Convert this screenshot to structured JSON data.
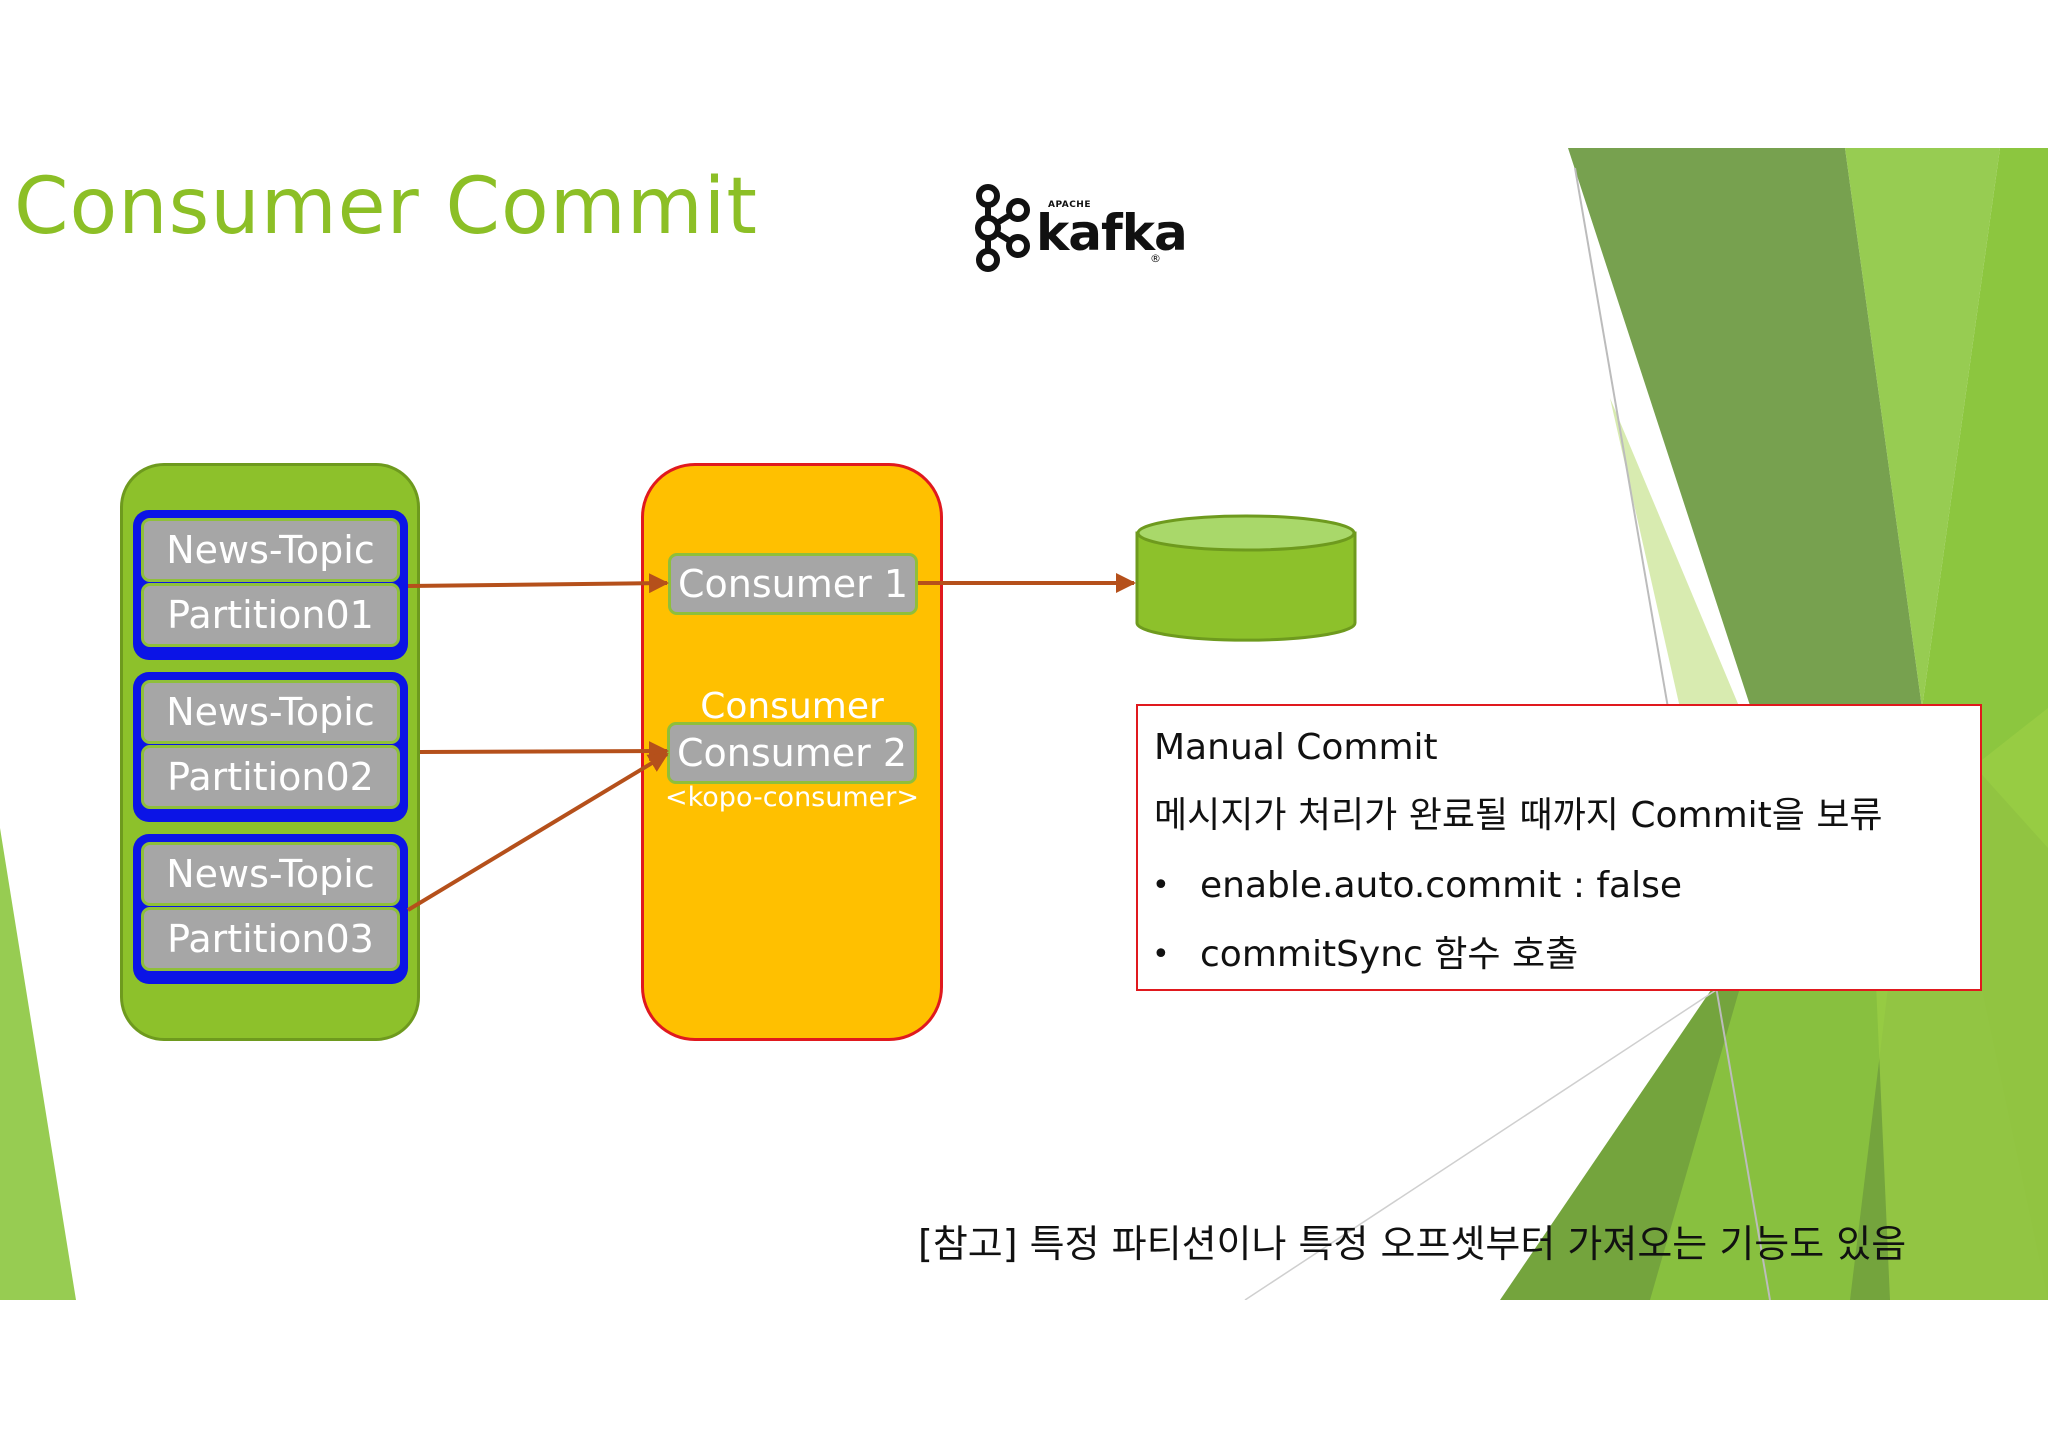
{
  "slide": {
    "title": "Consumer Commit",
    "logo": {
      "apache_label": "APACHE",
      "wordmark": "kafka",
      "registered_mark": "®",
      "icon": "kafka-logo-icon"
    }
  },
  "topic_partitions": [
    {
      "topic": "News-Topic",
      "partition": "Partition01"
    },
    {
      "topic": "News-Topic",
      "partition": "Partition02"
    },
    {
      "topic": "News-Topic",
      "partition": "Partition03"
    }
  ],
  "consumer_group": {
    "label": "Consumer",
    "group_id": "<kopo-consumer>",
    "consumers": [
      "Consumer 1",
      "Consumer 2"
    ]
  },
  "storage": {
    "icon": "database-cylinder-icon"
  },
  "commit_info": {
    "heading": "Manual Commit",
    "description": "메시지가 처리가 완료될 때까지 Commit을 보류",
    "bullets": [
      "enable.auto.commit : false",
      "commitSync 함수 호출"
    ]
  },
  "footnote": "[참고] 특정 파티션이나 특정 오프셋부터 가져오는 기능도 있음",
  "colors": {
    "title_green": "#8cbf26",
    "topic_container_green": "#8dc12b",
    "partition_blue": "#0b14e6",
    "pill_gray": "#a6a6a6",
    "consumer_group_yellow": "#ffc000",
    "consumer_group_border_red": "#e0191e",
    "arrow_brown": "#b5501b",
    "info_box_border_red": "#e0191e"
  }
}
